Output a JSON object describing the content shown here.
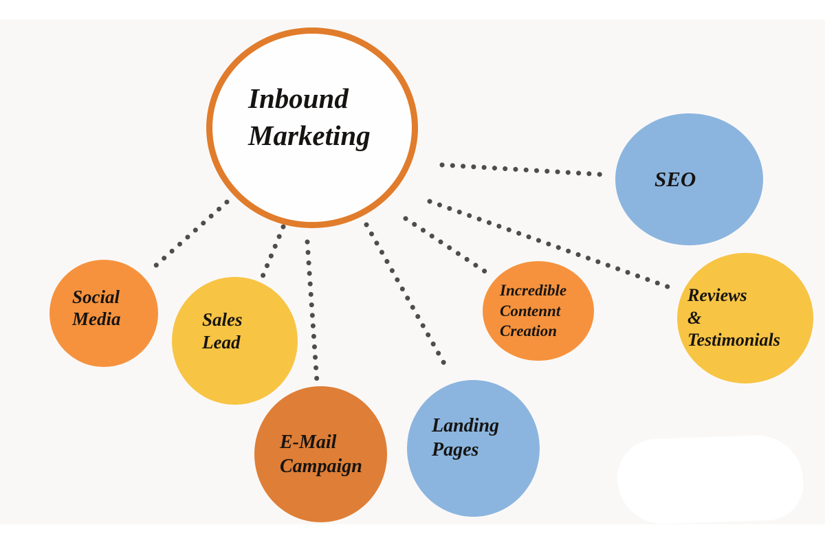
{
  "diagram_title": "Inbound Marketing",
  "palette": {
    "background": "#faf8f7",
    "white": "#ffffff",
    "text": "#161412",
    "connector_dot": "#4d4d4d",
    "orange": "#f6923d",
    "dark_orange": "#df7e36",
    "yellow": "#f7c444",
    "blue": "#8bb5df",
    "center_ring": "#e07c2b"
  },
  "center": {
    "id": "inbound-marketing",
    "lines": [
      "Inbound",
      "Marketing"
    ],
    "fill": "#fffefe",
    "border_color": "#e07c2b"
  },
  "nodes": [
    {
      "id": "social-media",
      "lines": [
        "Social",
        "Media"
      ],
      "color": "#f6923d"
    },
    {
      "id": "sales-lead",
      "lines": [
        "Sales",
        "Lead"
      ],
      "color": "#f7c444"
    },
    {
      "id": "email-campaign",
      "lines": [
        "E-Mail",
        "Campaign"
      ],
      "color": "#df7e36"
    },
    {
      "id": "landing-pages",
      "lines": [
        "Landing",
        "Pages"
      ],
      "color": "#8bb5df"
    },
    {
      "id": "incredible-content-creation",
      "lines": [
        "Incredible",
        "Contennt",
        "Creation"
      ],
      "color": "#f6923d"
    },
    {
      "id": "seo",
      "lines": [
        "SEO"
      ],
      "color": "#8bb5df"
    },
    {
      "id": "reviews-testimonials",
      "lines": [
        "Reviews",
        "&",
        "Testimonials"
      ],
      "color": "#f7c444"
    }
  ],
  "connectors": [
    {
      "from": "inbound-marketing",
      "to": "social-media"
    },
    {
      "from": "inbound-marketing",
      "to": "sales-lead"
    },
    {
      "from": "inbound-marketing",
      "to": "email-campaign"
    },
    {
      "from": "inbound-marketing",
      "to": "landing-pages"
    },
    {
      "from": "inbound-marketing",
      "to": "incredible-content-creation"
    },
    {
      "from": "inbound-marketing",
      "to": "seo"
    },
    {
      "from": "inbound-marketing",
      "to": "reviews-testimonials"
    }
  ]
}
